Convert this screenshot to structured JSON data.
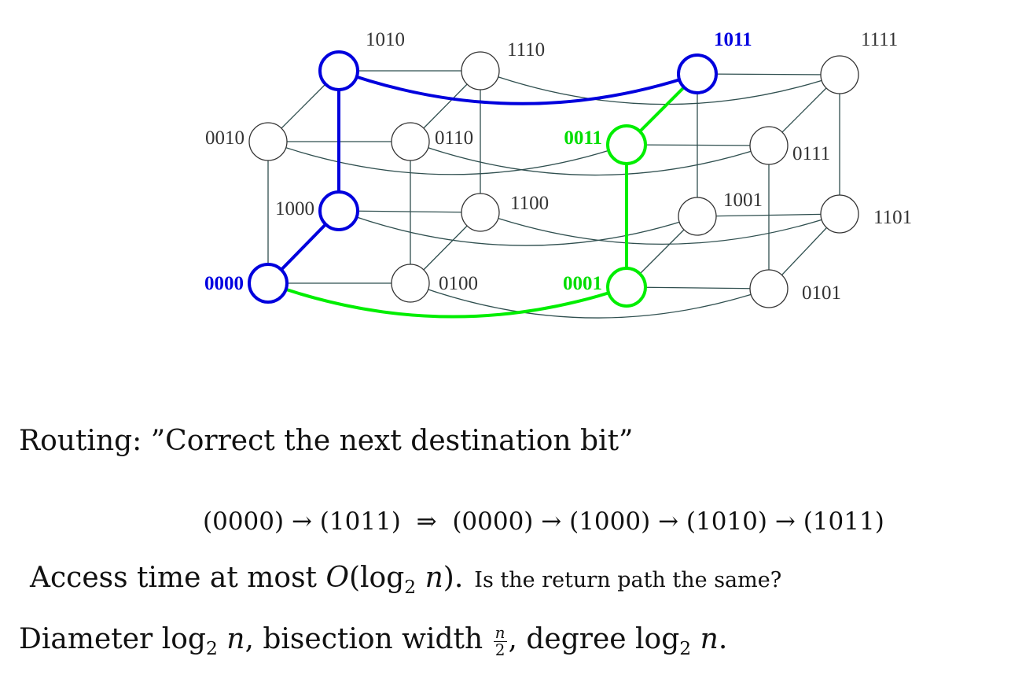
{
  "diagram": {
    "nodes": [
      {
        "id": "1010",
        "label": "1010",
        "highlight": "blue",
        "label_style": "normal"
      },
      {
        "id": "1110",
        "label": "1110",
        "highlight": "none",
        "label_style": "normal"
      },
      {
        "id": "1011",
        "label": "1011",
        "highlight": "blue",
        "label_style": "blue"
      },
      {
        "id": "1111",
        "label": "1111",
        "highlight": "none",
        "label_style": "normal"
      },
      {
        "id": "0010",
        "label": "0010",
        "highlight": "none",
        "label_style": "normal"
      },
      {
        "id": "0110",
        "label": "0110",
        "highlight": "none",
        "label_style": "normal"
      },
      {
        "id": "0011",
        "label": "0011",
        "highlight": "green",
        "label_style": "green"
      },
      {
        "id": "0111",
        "label": "0111",
        "highlight": "none",
        "label_style": "normal"
      },
      {
        "id": "1000",
        "label": "1000",
        "highlight": "blue",
        "label_style": "normal"
      },
      {
        "id": "1100",
        "label": "1100",
        "highlight": "none",
        "label_style": "normal"
      },
      {
        "id": "1001",
        "label": "1001",
        "highlight": "none",
        "label_style": "normal"
      },
      {
        "id": "1101",
        "label": "1101",
        "highlight": "none",
        "label_style": "normal"
      },
      {
        "id": "0000",
        "label": "0000",
        "highlight": "blue",
        "label_style": "blue"
      },
      {
        "id": "0100",
        "label": "0100",
        "highlight": "none",
        "label_style": "normal"
      },
      {
        "id": "0001",
        "label": "0001",
        "highlight": "green",
        "label_style": "green"
      },
      {
        "id": "0101",
        "label": "0101",
        "highlight": "none",
        "label_style": "normal"
      }
    ],
    "edges": [
      {
        "from": "0000",
        "to": "1000",
        "path": "blue"
      },
      {
        "from": "1000",
        "to": "1010",
        "path": "blue"
      },
      {
        "from": "1010",
        "to": "1011",
        "path": "blue"
      },
      {
        "from": "0000",
        "to": "0001",
        "path": "green"
      },
      {
        "from": "0001",
        "to": "0011",
        "path": "green"
      },
      {
        "from": "0011",
        "to": "1011",
        "path": "green"
      }
    ],
    "colors": {
      "blue_path": "#0000dd",
      "green_path": "#00ee00",
      "edge": "#2f4f4f",
      "node_stroke": "#333333"
    }
  },
  "text": {
    "routing": "Routing: ”Correct the next destination bit”",
    "formula": {
      "lhs_a": "(0000)",
      "lhs_b": "(1011)",
      "arrow": "→",
      "implies": "⇒",
      "rhs_1": "(0000)",
      "rhs_2": "(1000)",
      "rhs_3": "(1010)",
      "rhs_4": "(1011)"
    },
    "access": {
      "main_prefix": "Access time at most ",
      "O": "O",
      "log_open": "(log",
      "base": "2",
      "n": "n",
      "close": ").",
      "question": "Is the return path the same?"
    },
    "diameter": {
      "p1": "Diameter log",
      "base1": "2",
      "n1": "n",
      "p2": ", bisection width ",
      "frac_num": "n",
      "frac_den": "2",
      "p3": ", degree log",
      "base2": "2",
      "n2": "n",
      "p4": "."
    }
  }
}
